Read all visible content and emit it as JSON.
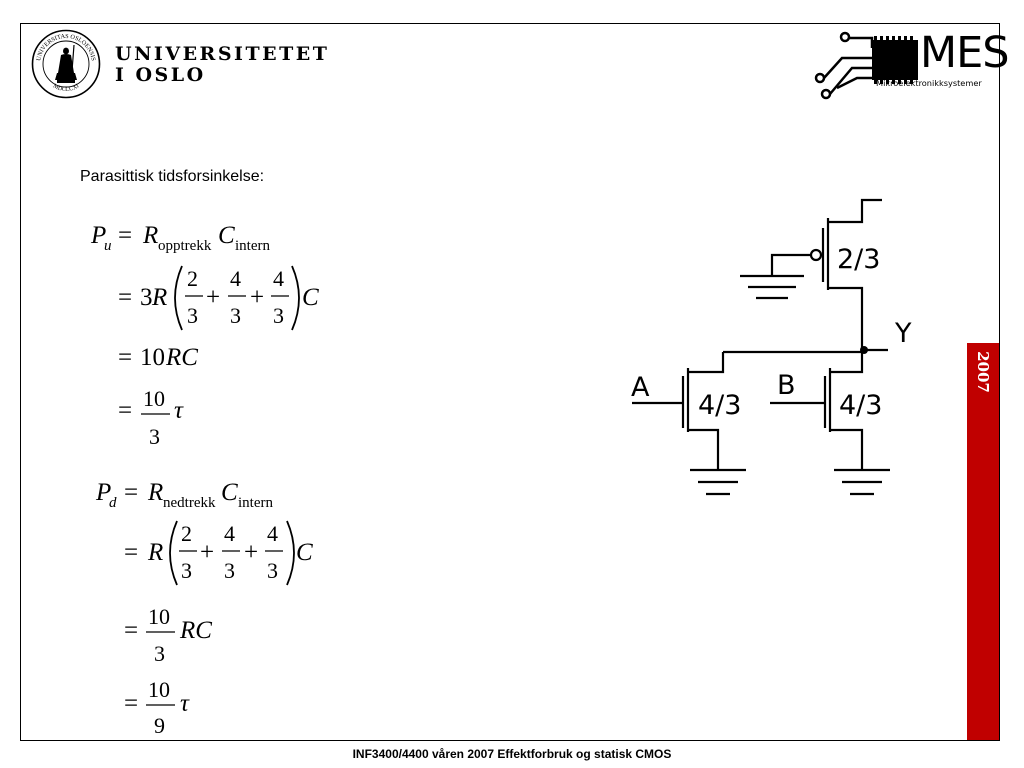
{
  "header": {
    "university_line1": "UNIVERSITETET",
    "university_line2": "I OSLO",
    "seal_text": "UNIVERSITAS OSLOENSIS MDCCCXI",
    "mes_logo": "MES",
    "mes_subtitle": "Mikroelektronikksystemer"
  },
  "side_bar": {
    "year": "2007",
    "color": "#c00000"
  },
  "heading": "Parasittisk tidsforsinkelse:",
  "equations": {
    "pu": {
      "lhs": "P",
      "lhs_sub": "u",
      "eq": "=",
      "r": "R",
      "r_sub": "opptrekk",
      "c": "C",
      "c_sub": "intern",
      "line2": {
        "eq": "=",
        "coef": "3",
        "r": "R",
        "frac1_num": "2",
        "frac1_den": "3",
        "plus1": "+",
        "frac2_num": "4",
        "frac2_den": "3",
        "plus2": "+",
        "frac3_num": "4",
        "frac3_den": "3",
        "c": "C"
      },
      "line3": {
        "eq": "=",
        "value": "10",
        "rc": "RC"
      },
      "line4": {
        "eq": "=",
        "num": "10",
        "den": "3",
        "tau": "τ"
      }
    },
    "pd": {
      "lhs": "P",
      "lhs_sub": "d",
      "eq": "=",
      "r": "R",
      "r_sub": "nedtrekk",
      "c": "C",
      "c_sub": "intern",
      "line2": {
        "eq": "=",
        "r": "R",
        "frac1_num": "2",
        "frac1_den": "3",
        "plus1": "+",
        "frac2_num": "4",
        "frac2_den": "3",
        "plus2": "+",
        "frac3_num": "4",
        "frac3_den": "3",
        "c": "C"
      },
      "line3": {
        "eq": "=",
        "num": "10",
        "den": "3",
        "rc": "RC"
      },
      "line4": {
        "eq": "=",
        "num": "10",
        "den": "9",
        "tau": "τ"
      }
    }
  },
  "circuit": {
    "pmos_label": "2/3",
    "output_label": "Y",
    "input_a_label": "A",
    "input_b_label": "B",
    "nmos_a_label": "4/3",
    "nmos_b_label": "4/3"
  },
  "footer": "INF3400/4400 våren 2007 Effektforbruk og statisk CMOS"
}
